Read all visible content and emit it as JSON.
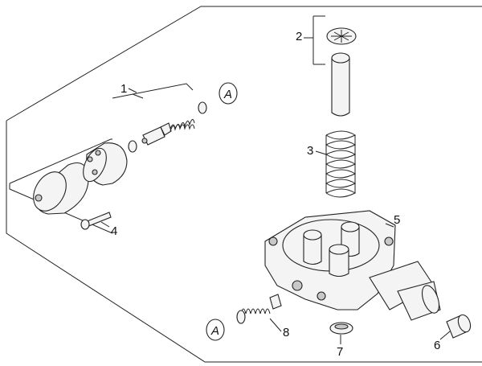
{
  "diagram": {
    "callouts": [
      {
        "id": "1",
        "label": "1"
      },
      {
        "id": "2",
        "label": "2"
      },
      {
        "id": "3",
        "label": "3"
      },
      {
        "id": "4",
        "label": "4"
      },
      {
        "id": "5",
        "label": "5"
      },
      {
        "id": "6",
        "label": "6"
      },
      {
        "id": "7",
        "label": "7"
      },
      {
        "id": "8",
        "label": "8"
      }
    ],
    "reference_marks": [
      {
        "id": "A_top",
        "label": "A"
      },
      {
        "id": "A_bottom",
        "label": "A"
      }
    ]
  }
}
